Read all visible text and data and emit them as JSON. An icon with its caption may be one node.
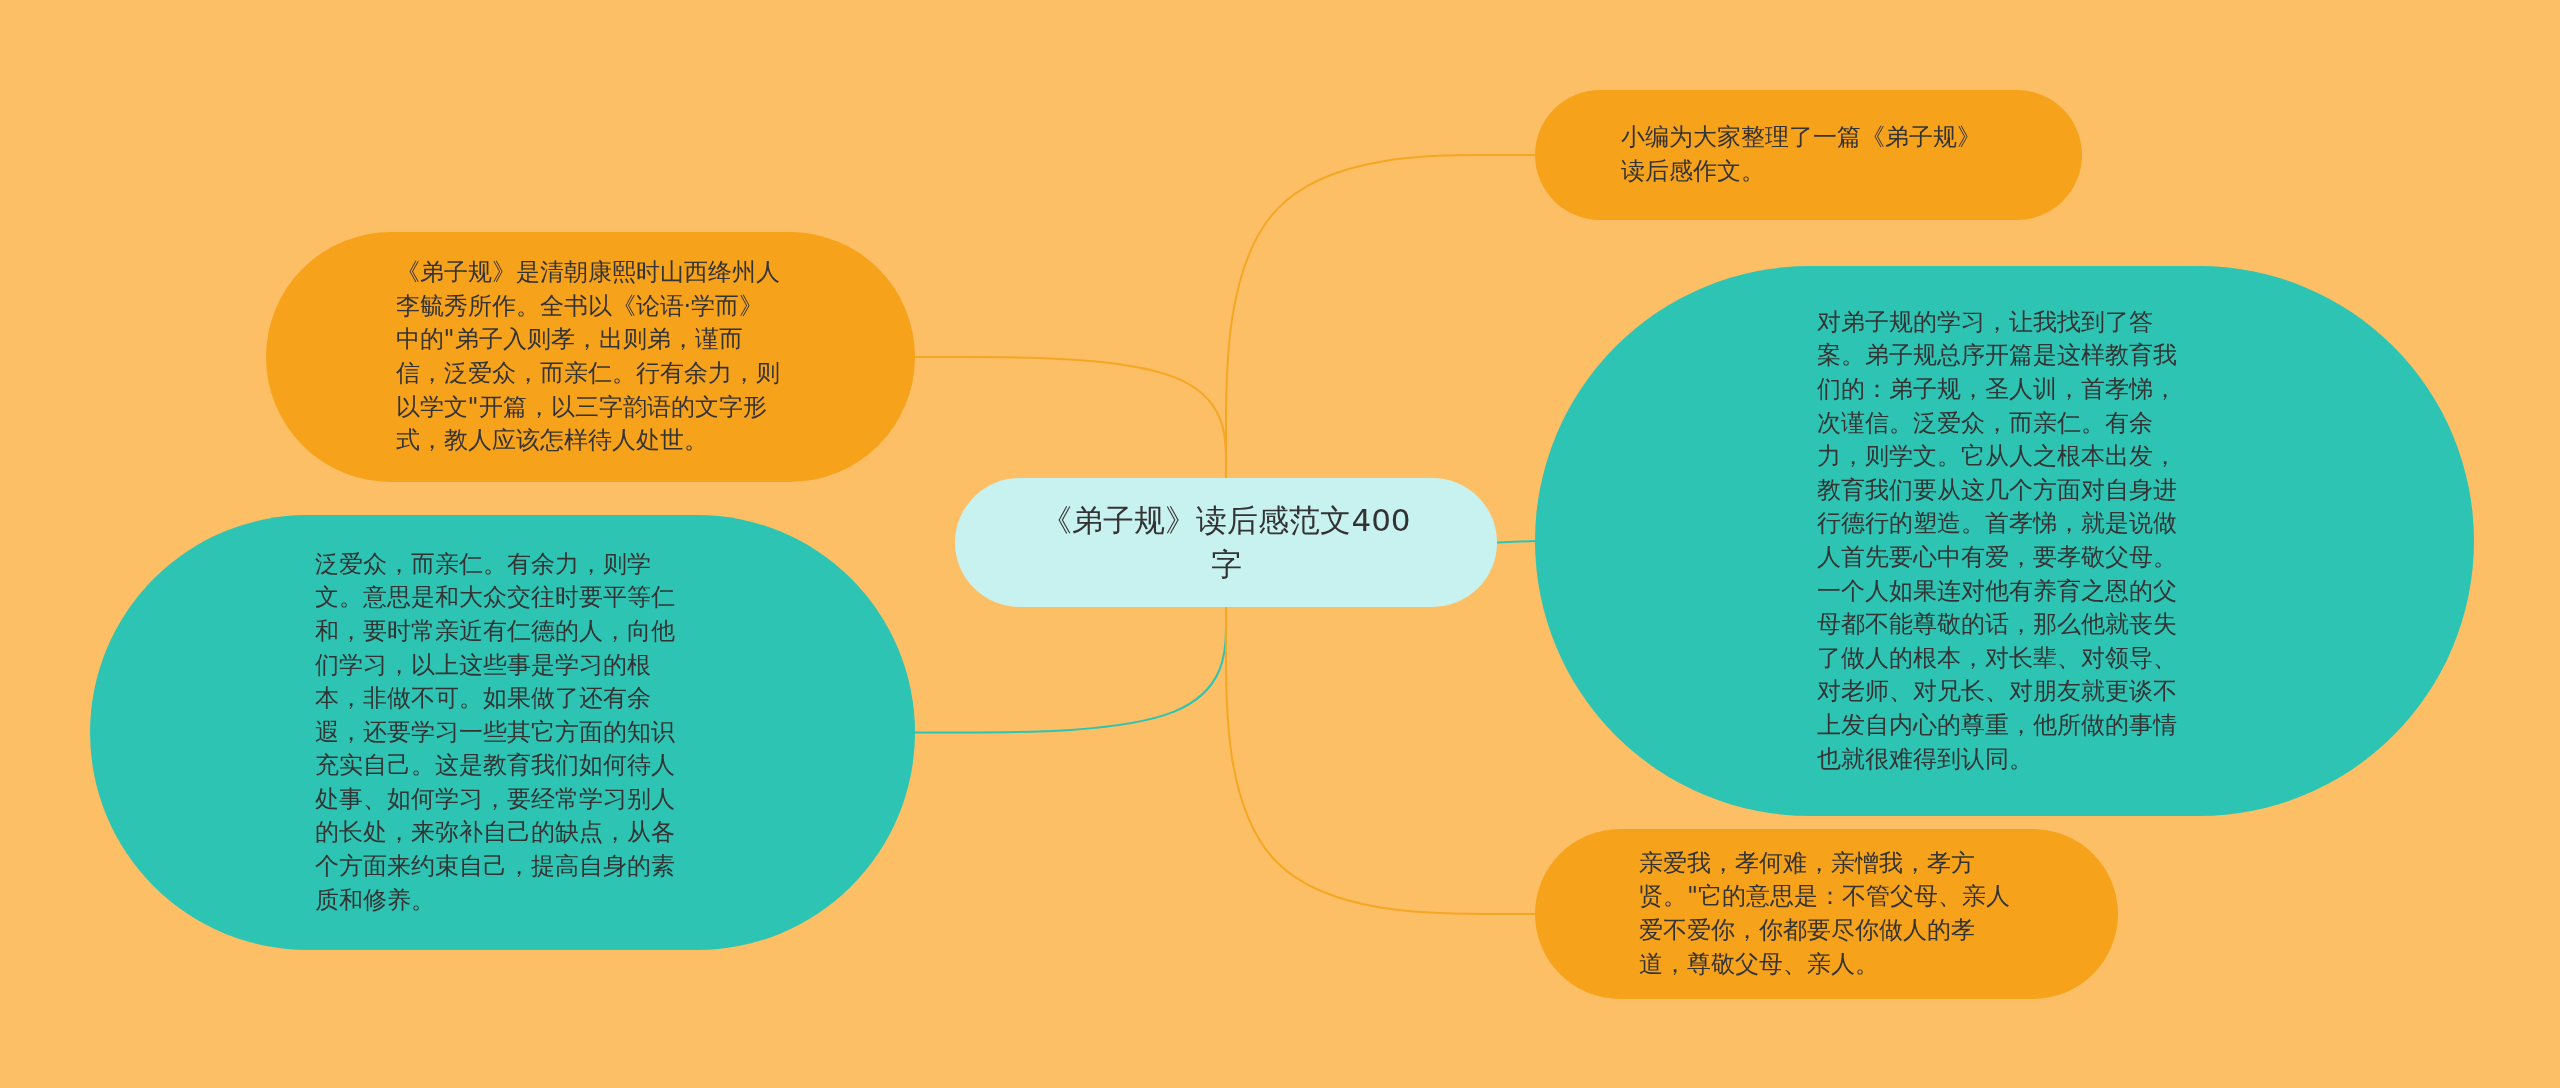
{
  "diagram": {
    "nodes": [
      {
        "text": [
          "《弟子规》读后感范文400字"
        ]
      },
      {
        "text": [
          "《弟子规》是清朝康熙时山西绛州人李毓秀所作。全书以《论语·学而》中的\"弟子入则孝，出则弟，谨而信，泛爱众，而亲仁。行有余力，则以学文\"开篇，以三字韵语的文字形式，教人应该怎样待人处世。"
        ]
      },
      {
        "text": [
          "泛爱众，而亲仁。有余力，则学文。意思是和大众交往时要平等仁和，要时常亲近有仁德的人，向他们学习，以上这些事是学习的根本，非做不可。如果做了还有余遐，还要学习一些其它方面的知识充实自己。这是教育我们如何待人处事、如何学习，要经常学习别人的长处，来弥补自己的缺点，从各个方面来约束自己，提高自身的素质和修养。"
        ]
      },
      {
        "text": [
          "小编为大家整理了一篇《弟子规》读后感作文。"
        ]
      },
      {
        "text": [
          "对弟子规的学习，让我找到了答案。弟子规总序开篇是这样教育我们的：弟子规，圣人训，首孝悌，次谨信。泛爱众，而亲仁。有余力，则学文。它从人之根本出发，教育我们要从这几个方面对自身进行德行的塑造。首孝悌，就是说做人首先要心中有爱，要孝敬父母。一个人如果连对他有养育之恩的父母都不能尊敬的话，那么他就丧失了做人的根本，对长辈、对领导、对老师、对兄长、对朋友就更谈不上发自内心的尊重，他所做的事情也就很难得到认同。"
        ]
      },
      {
        "text": [
          "亲爱我，孝何难，亲憎我，孝方贤。\"它的意思是：不管父母、亲人爱不爱你，你都要尽你做人的孝道，尊敬父母、亲人。"
        ]
      }
    ],
    "edges": [
      {
        "from": 0,
        "to": 1,
        "arrow": "none"
      },
      {
        "from": 0,
        "to": 2,
        "arrow": "none",
        "color": "#2ec4b4"
      },
      {
        "from": 0,
        "to": 3,
        "arrow": "none"
      },
      {
        "from": 0,
        "to": 4,
        "arrow": "none",
        "color": "#2ec4b4"
      },
      {
        "from": 0,
        "to": 5,
        "arrow": "none"
      }
    ]
  }
}
